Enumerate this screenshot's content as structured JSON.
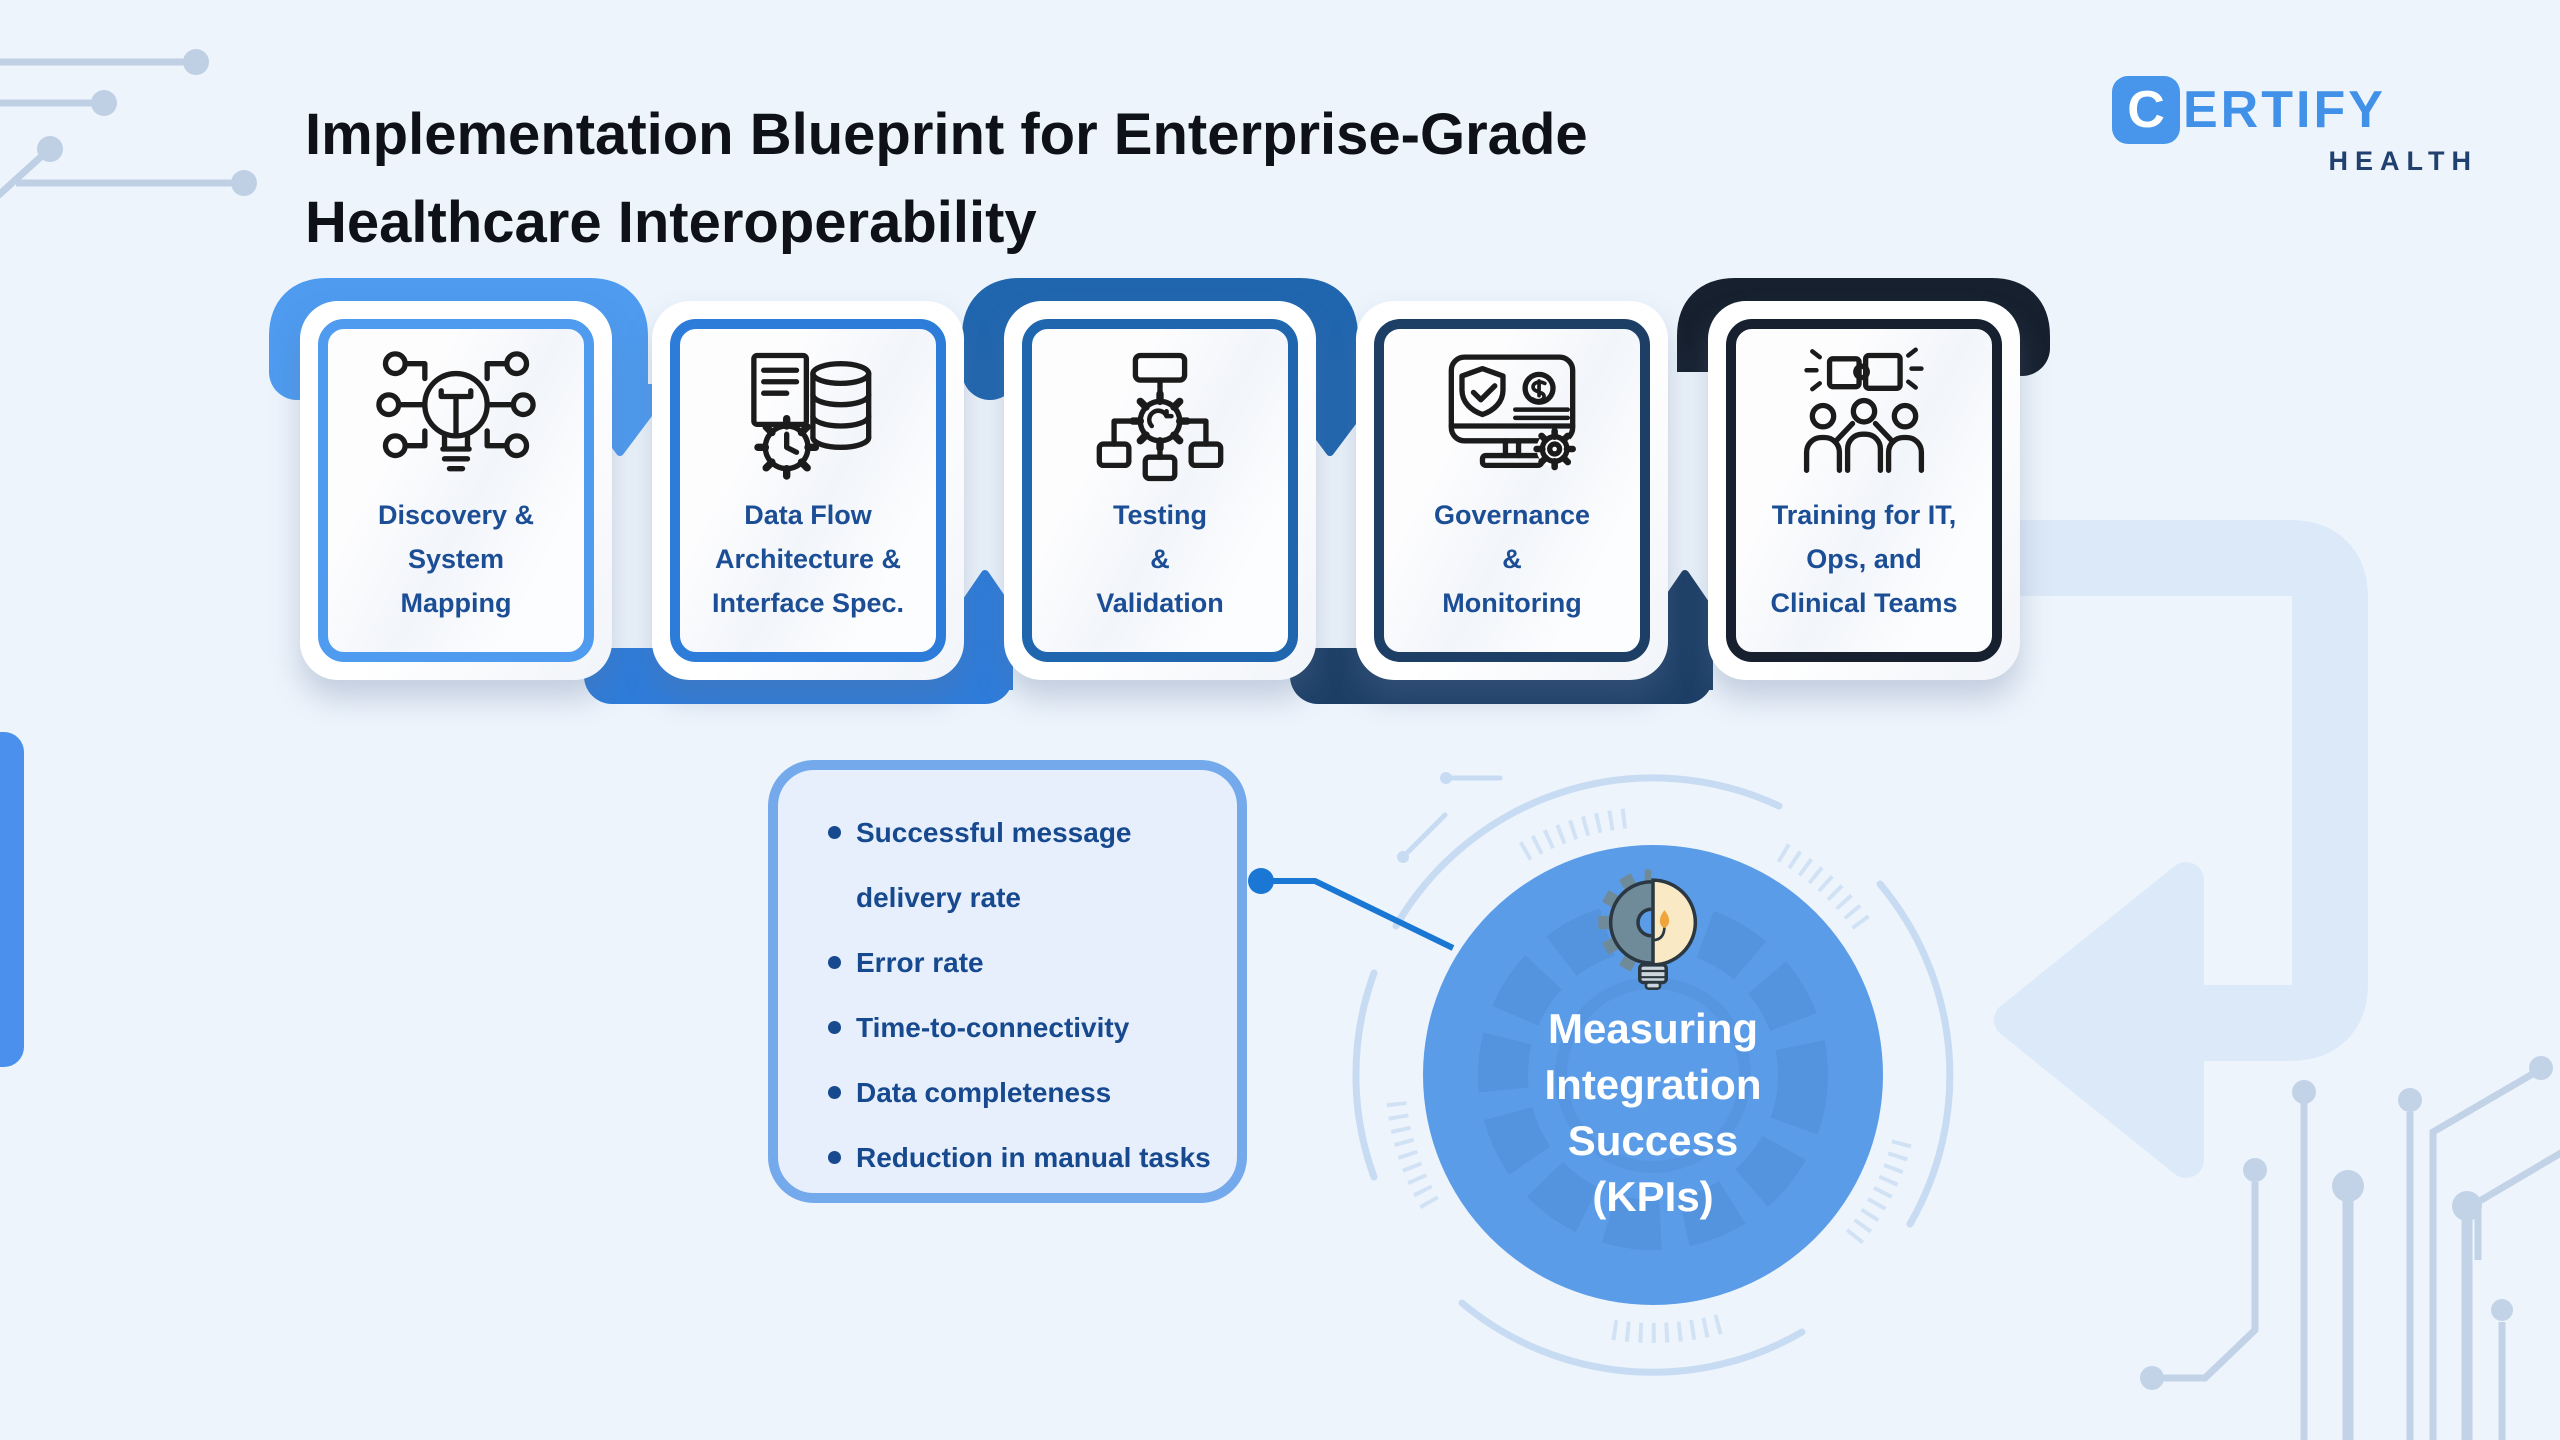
{
  "title": "Implementation Blueprint for Enterprise-Grade\nHealthcare Interoperability",
  "logo": {
    "initial": "C",
    "brand": "ERTIFY",
    "sub": "HEALTH"
  },
  "steps": [
    {
      "label": "Discovery &\nSystem\nMapping",
      "icon": "network-lightbulb-icon",
      "accent": "#4E9BF0"
    },
    {
      "label": "Data Flow\nArchitecture &\nInterface Spec.",
      "icon": "document-database-gear-icon",
      "accent": "#2E7CD9"
    },
    {
      "label": "Testing\n&\nValidation",
      "icon": "flowchart-sync-gear-icon",
      "accent": "#2066AF"
    },
    {
      "label": "Governance\n&\nMonitoring",
      "icon": "monitor-shield-finance-icon",
      "accent": "#1D3F66"
    },
    {
      "label": "Training for IT,\nOps, and\nClinical Teams",
      "icon": "team-puzzle-icon",
      "accent": "#16202E"
    }
  ],
  "kpi_box": {
    "items": [
      "Successful message delivery rate",
      "Error rate",
      "Time-to-connectivity",
      "Data completeness",
      "Reduction in manual tasks"
    ]
  },
  "kpi_circle": {
    "label": "Measuring\nIntegration\nSuccess\n(KPIs)",
    "icon": "gear-lightbulb-icon"
  },
  "colors": {
    "background": "#EDF4FC",
    "card_text": "#1C4E95",
    "kpi_text": "#17498F",
    "circle_fill": "#5B9CE8",
    "circle_text": "#FFFFFF",
    "accent_light": "#4E9BF0",
    "accent_medium": "#2E7CD9",
    "accent_deep": "#2066AF",
    "accent_navy": "#1D3F66",
    "accent_dark": "#16202E",
    "connector": "#1A78D4",
    "logo_blue": "#4191E9",
    "logo_navy": "#20416E",
    "decor_pale": "#DCE9F8",
    "decor_line": "#C2D3E8"
  }
}
